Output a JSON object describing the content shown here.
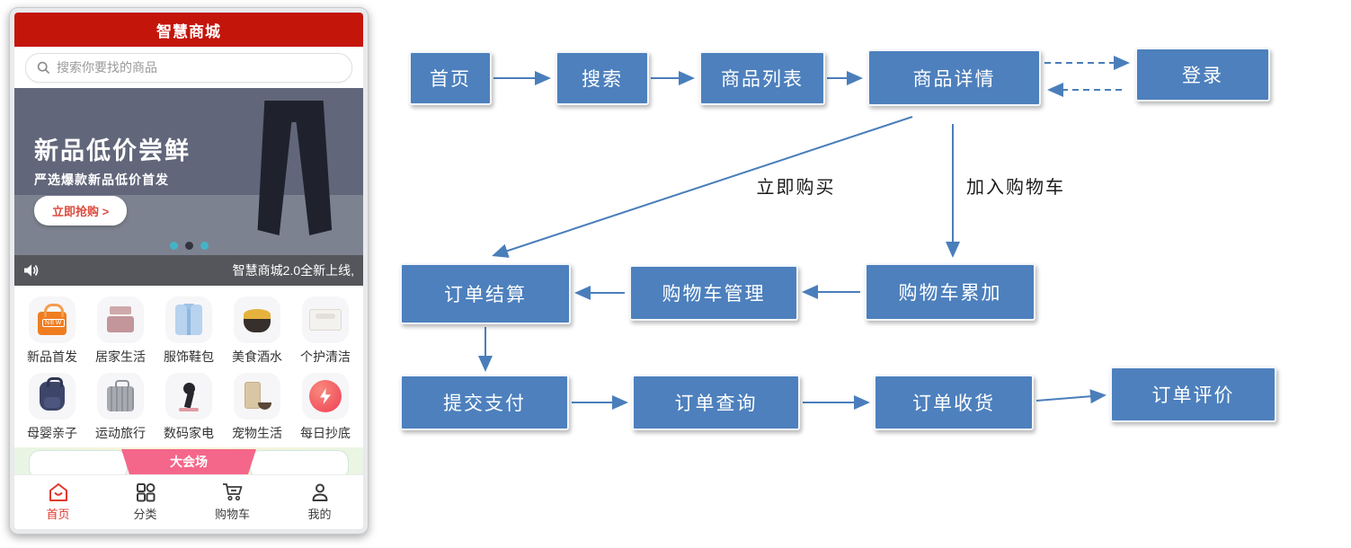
{
  "app": {
    "header": {
      "title": "智慧商城"
    },
    "search": {
      "placeholder": "搜索你要找的商品",
      "icon": "search-icon"
    },
    "banner": {
      "title": "新品低价尝鲜",
      "subtitle": "严选爆款新品低价首发",
      "cta": "立即抢购 >",
      "image": "dark-trousers",
      "dots_count": 3,
      "dot_colors": [
        "#43b4c8",
        "#323540",
        "#43b4c8"
      ]
    },
    "notice": {
      "icon": "speaker-icon",
      "text": "智慧商城2.0全新上线,"
    },
    "categories": [
      {
        "label": "新品首发",
        "icon": "new-bag-icon",
        "badge": "NEW"
      },
      {
        "label": "居家生活",
        "icon": "bedding-icon"
      },
      {
        "label": "服饰鞋包",
        "icon": "shirt-icon"
      },
      {
        "label": "美食酒水",
        "icon": "noodle-bowl-icon"
      },
      {
        "label": "个护清洁",
        "icon": "tissue-box-icon"
      },
      {
        "label": "母婴亲子",
        "icon": "backpack-icon"
      },
      {
        "label": "运动旅行",
        "icon": "suitcase-icon"
      },
      {
        "label": "数码家电",
        "icon": "vacuum-icon"
      },
      {
        "label": "宠物生活",
        "icon": "pet-food-icon"
      },
      {
        "label": "每日抄底",
        "icon": "flash-deal-icon"
      }
    ],
    "promo": {
      "ribbon": "大会场"
    },
    "tabbar": [
      {
        "label": "首页",
        "icon": "home-icon",
        "active": true
      },
      {
        "label": "分类",
        "icon": "grid-icon",
        "active": false
      },
      {
        "label": "购物车",
        "icon": "cart-icon",
        "active": false
      },
      {
        "label": "我的",
        "icon": "user-icon",
        "active": false
      }
    ],
    "colors": {
      "header_red": "#c4150b",
      "active_tab_red": "#e0382d",
      "notice_gray": "#55565b",
      "banner_gray": "#61667a"
    }
  },
  "flow": {
    "nodes": {
      "home": {
        "label": "首页"
      },
      "search": {
        "label": "搜索"
      },
      "list": {
        "label": "商品列表"
      },
      "detail": {
        "label": "商品详情"
      },
      "login": {
        "label": "登录"
      },
      "settle": {
        "label": "订单结算"
      },
      "cart_manage": {
        "label": "购物车管理"
      },
      "cart_add": {
        "label": "购物车累加"
      },
      "pay": {
        "label": "提交支付"
      },
      "query": {
        "label": "订单查询"
      },
      "receive": {
        "label": "订单收货"
      },
      "review": {
        "label": "订单评价"
      }
    },
    "edges": [
      "首页→搜索",
      "搜索→商品列表",
      "商品列表→商品详情",
      "商品详情⇢登录(虚线)",
      "登录⇢商品详情(虚线)",
      "商品详情→订单结算(立即购买)",
      "商品详情→购物车累加(加入购物车)",
      "购物车累加→购物车管理",
      "购物车管理→订单结算",
      "订单结算→提交支付",
      "提交支付→订单查询",
      "订单查询→订单收货",
      "订单收货→订单评价"
    ],
    "edge_labels": {
      "buy_now": "立即购买",
      "add_cart": "加入购物车"
    },
    "colors": {
      "node_fill": "#4d80bd",
      "arrow": "#4a7ebb",
      "label_text": "#1a1a1a"
    }
  }
}
